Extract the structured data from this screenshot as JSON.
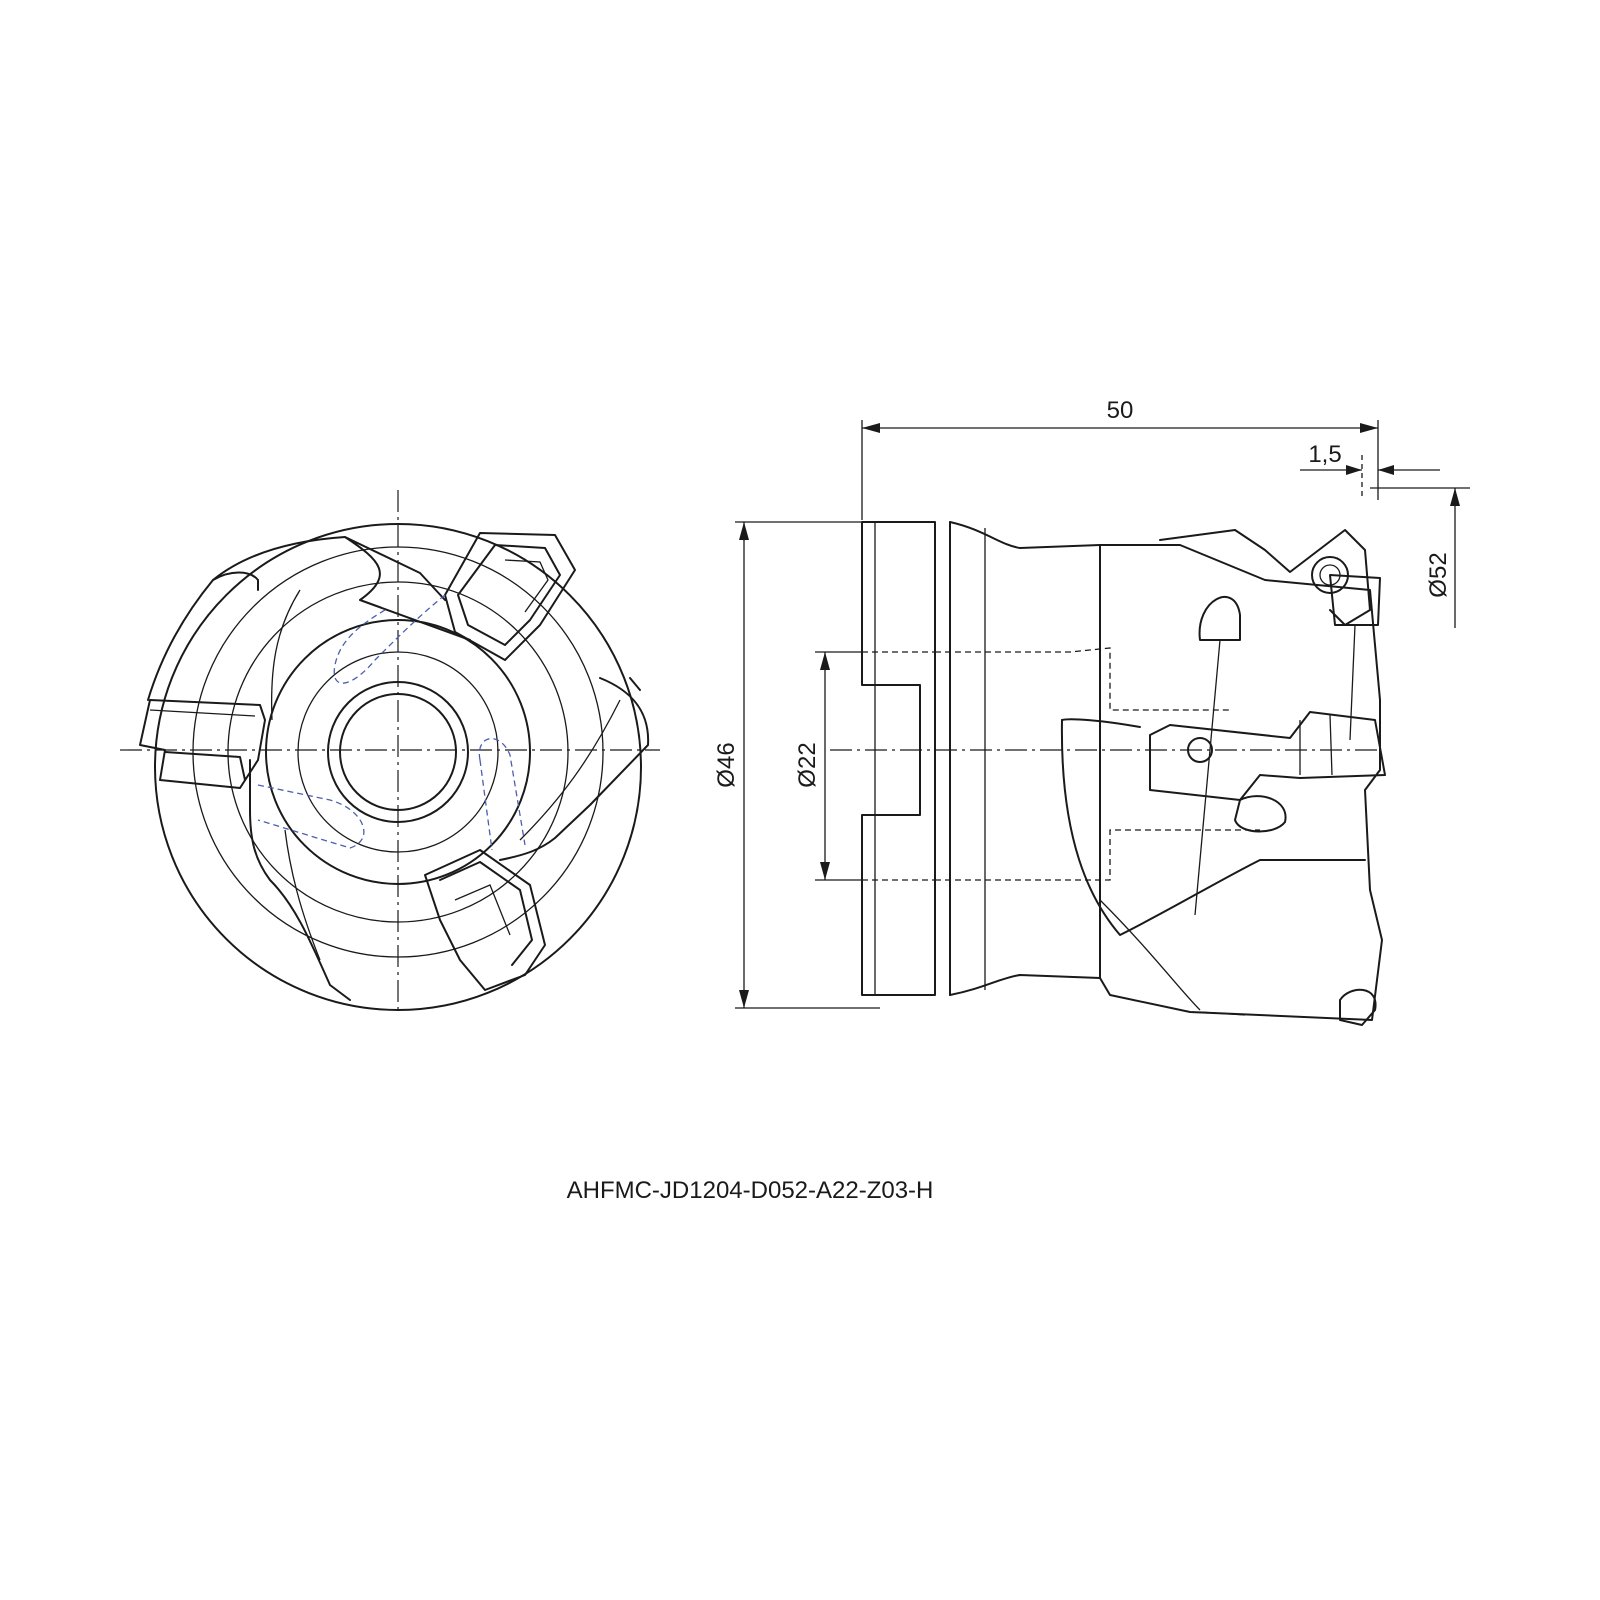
{
  "dimensions": {
    "overall_length": "50",
    "offset": "1,5",
    "outer_diameter": "Ø52",
    "body_diameter": "Ø46",
    "bore_diameter": "Ø22"
  },
  "part_code": "AHFMC-JD1204-D052-A22-Z03-H"
}
